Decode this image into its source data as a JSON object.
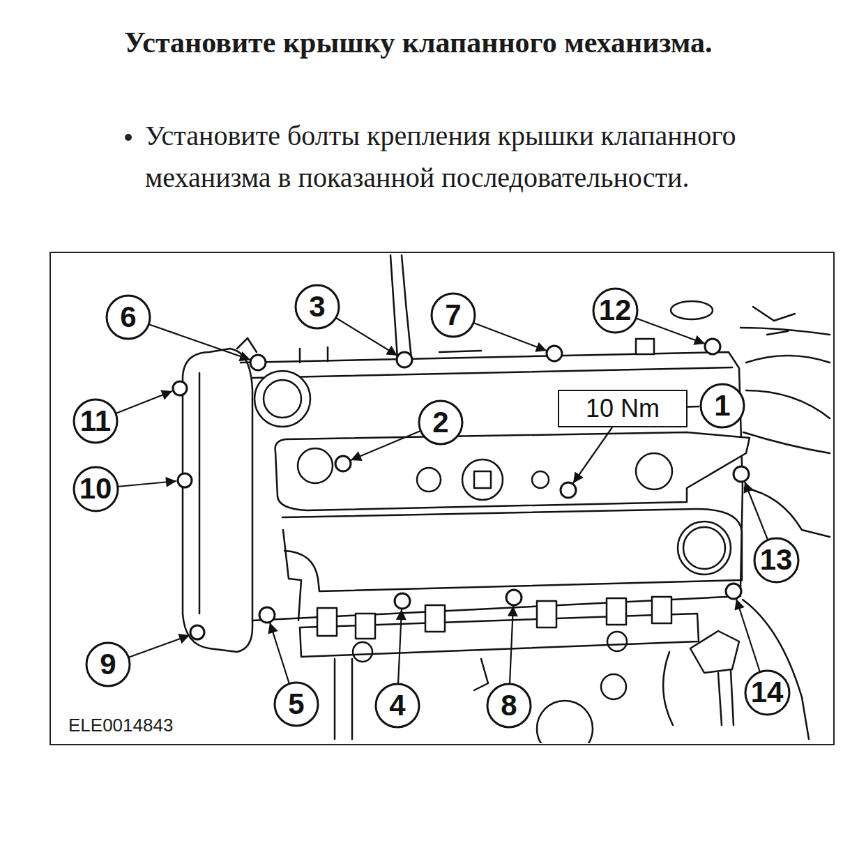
{
  "diagram": {
    "title": "Установите крышку клапанного механизма.",
    "nodes": [
      {
        "text": [
          "6"
        ]
      },
      {
        "text": [
          "3"
        ]
      },
      {
        "text": [
          "7"
        ]
      },
      {
        "text": [
          "12"
        ]
      },
      {
        "text": [
          "11"
        ]
      },
      {
        "text": [
          "10 Nm"
        ]
      },
      {
        "text": [
          "1"
        ]
      },
      {
        "text": [
          "2"
        ]
      },
      {
        "text": [
          "10"
        ]
      },
      {
        "text": [
          "13"
        ]
      },
      {
        "text": [
          "9"
        ]
      },
      {
        "text": [
          "5"
        ]
      },
      {
        "text": [
          "4"
        ]
      },
      {
        "text": [
          "8"
        ]
      },
      {
        "text": [
          "14"
        ]
      }
    ],
    "edges": [
      {
        "from": 5,
        "to": 6,
        "arrow": "none"
      }
    ],
    "labels": [
      "Установите болты крепления крышки клапанного механизма в показанной последовательности.",
      "ELE0014843"
    ]
  }
}
